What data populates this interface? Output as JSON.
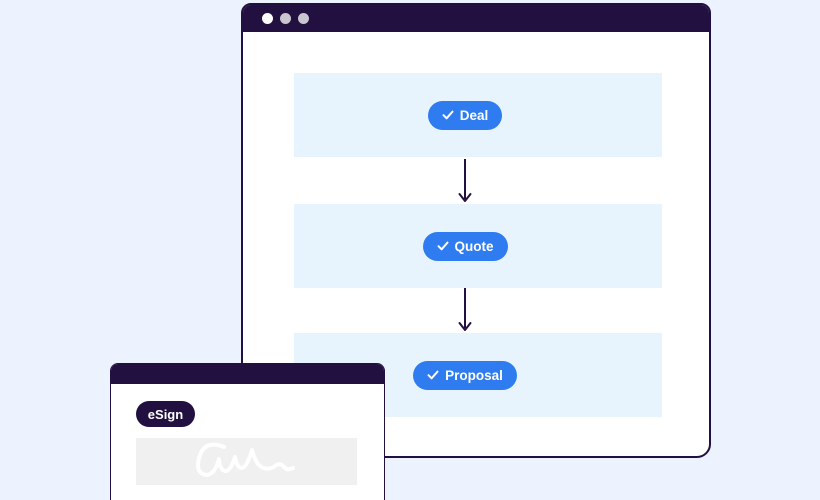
{
  "colors": {
    "bg": "#edf3fe",
    "navy": "#221040",
    "band": "#e8f4fd",
    "blue": "#2e7cf0",
    "dot-gray": "#c9c6d0",
    "sig-box": "#f0f0f1"
  },
  "browser_window": {
    "window_controls": {
      "icon": "window-dot-icon",
      "dot_count": 3
    },
    "flow_steps": [
      {
        "label": "Deal",
        "icon": "check-icon"
      },
      {
        "label": "Quote",
        "icon": "check-icon"
      },
      {
        "label": "Proposal",
        "icon": "check-icon"
      }
    ],
    "connector_icon": "arrow-down-icon"
  },
  "esign_window": {
    "badge": {
      "label": "eSign"
    },
    "signature_icon": "signature-scribble-icon"
  }
}
